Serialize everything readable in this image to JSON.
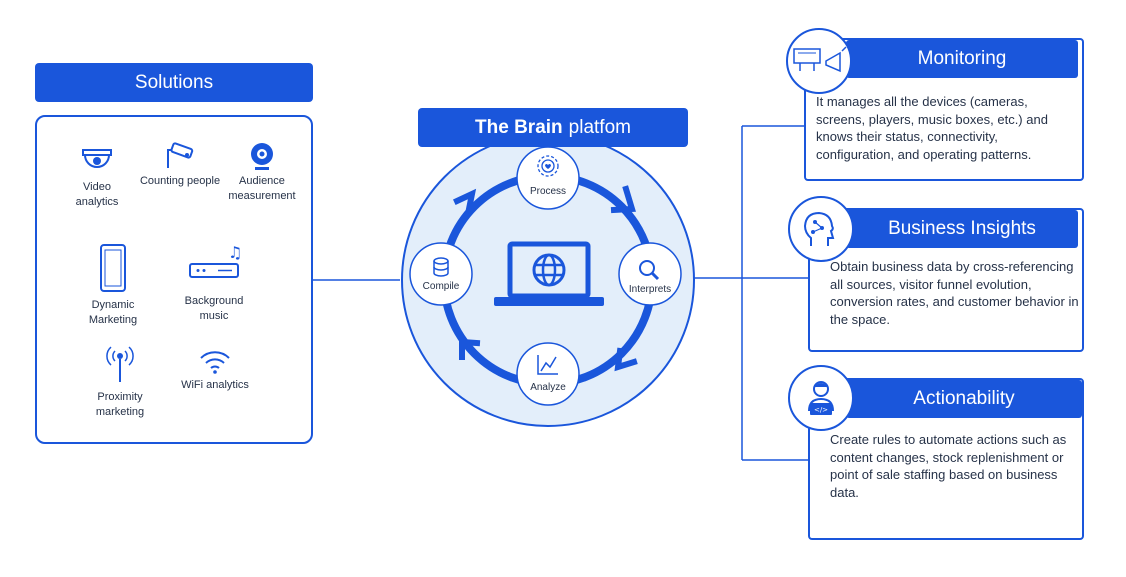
{
  "solutions": {
    "title": "Solutions",
    "items": [
      {
        "label": "Video\nanalytics",
        "icon": "dome-camera-icon"
      },
      {
        "label": "Counting  people",
        "icon": "security-camera-icon"
      },
      {
        "label": "Audience\nmeasurement",
        "icon": "webcam-icon"
      },
      {
        "label": "Dynamic\nMarketing",
        "icon": "mobile-screen-icon"
      },
      {
        "label": "Background\nmusic",
        "icon": "music-box-icon"
      },
      {
        "label": "Proximity\nmarketing",
        "icon": "antenna-icon"
      },
      {
        "label": "WiFi analytics",
        "icon": "wifi-icon"
      }
    ]
  },
  "platform": {
    "title_bold": "The Brain",
    "title_rest": "platfom",
    "nodes": {
      "process": "Process",
      "interprets": "Interprets",
      "analyze": "Analyze",
      "compile": "Compile"
    },
    "center_icon": "laptop-globe-icon"
  },
  "cards": {
    "monitoring": {
      "title": "Monitoring",
      "icon": "billboard-megaphone-icon",
      "body": "It manages all the devices (cameras, screens, players, music boxes, etc.) and knows their status, connectivity, configuration, and operating patterns."
    },
    "insights": {
      "title": "Business Insights",
      "icon": "head-circuit-icon",
      "body": "Obtain business data by cross-referencing all sources, visitor funnel evolution, conversion rates, and customer behavior in  the space."
    },
    "actionability": {
      "title": "Actionability",
      "icon": "developer-laptop-icon",
      "body": "Create rules to automate actions such as content changes, stock replenishment or point of sale staffing based on business data."
    }
  },
  "colors": {
    "primary": "#1a56db",
    "circle_fill": "#e3eefa",
    "text": "#263248"
  }
}
